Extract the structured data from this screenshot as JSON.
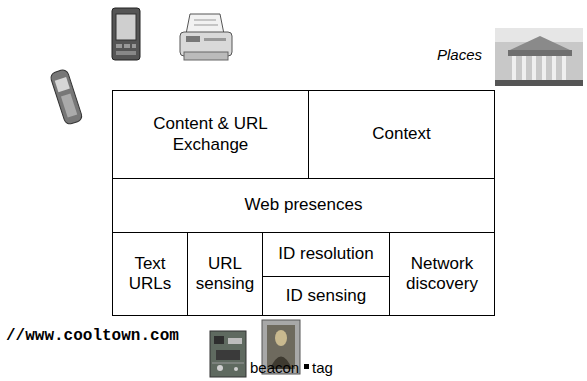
{
  "diagram": {
    "nodes": [
      {
        "text": [
          "Content & URL Exchange"
        ]
      },
      {
        "text": [
          "Context"
        ]
      },
      {
        "text": [
          "Web presences"
        ]
      },
      {
        "text": [
          "Text URLs"
        ]
      },
      {
        "text": [
          "URL sensing"
        ]
      },
      {
        "text": [
          "ID resolution"
        ]
      },
      {
        "text": [
          "ID sensing"
        ]
      },
      {
        "text": [
          "Network discovery"
        ]
      }
    ],
    "labels": [
      "Places",
      "//www.cooltown.com",
      "beacon",
      "tag"
    ]
  }
}
